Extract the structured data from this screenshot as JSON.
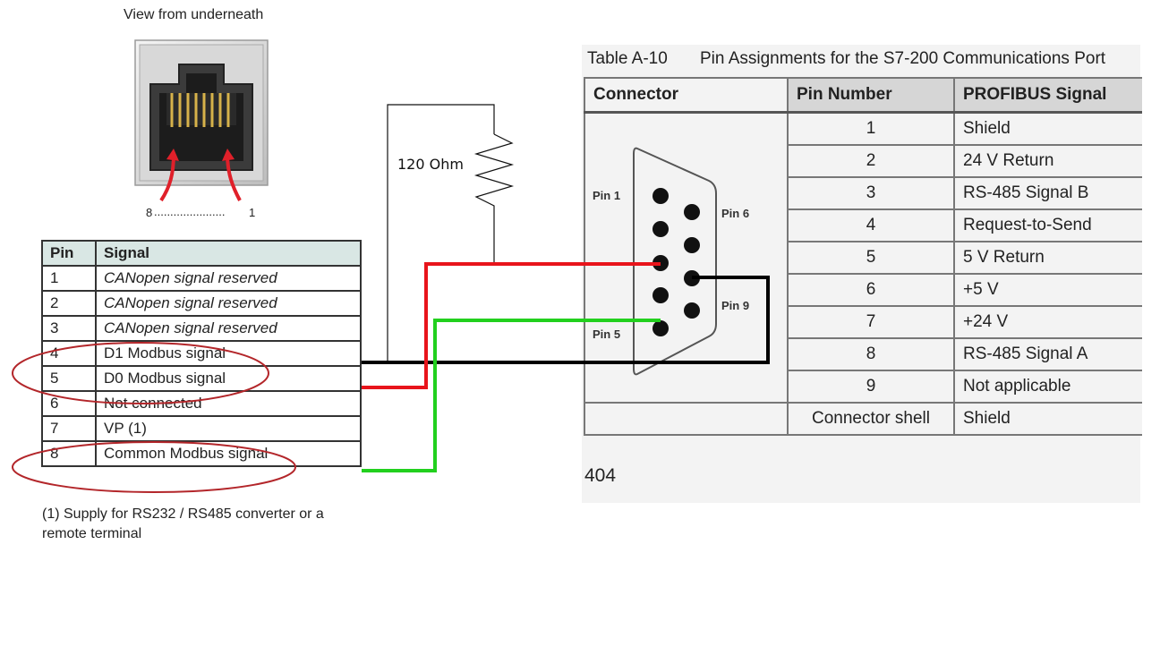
{
  "rj45": {
    "caption": "View from underneath",
    "left_pin_label": "8",
    "right_pin_label": "1",
    "dots": "......................"
  },
  "resistor": {
    "label": "120 Ohm"
  },
  "left_table": {
    "headers": [
      "Pin",
      "Signal"
    ],
    "rows": [
      {
        "pin": "1",
        "signal": "CANopen signal reserved"
      },
      {
        "pin": "2",
        "signal": "CANopen signal reserved"
      },
      {
        "pin": "3",
        "signal": "CANopen signal reserved"
      },
      {
        "pin": "4",
        "signal": "D1 Modbus signal"
      },
      {
        "pin": "5",
        "signal": "D0 Modbus signal"
      },
      {
        "pin": "6",
        "signal": "Not connected"
      },
      {
        "pin": "7",
        "signal": "VP (1)"
      },
      {
        "pin": "8",
        "signal": "Common Modbus signal"
      }
    ],
    "footnote_line1": "(1) Supply for RS232 / RS485 converter or a",
    "footnote_line2": "remote terminal"
  },
  "right_table": {
    "caption_number": "Table A-10",
    "caption_title": "Pin Assignments for the S7-200 Communications Port",
    "headers": [
      "Connector",
      "Pin Number",
      "PROFIBUS Signal"
    ],
    "rows": [
      {
        "pin": "1",
        "signal": "Shield"
      },
      {
        "pin": "2",
        "signal": "24 V Return"
      },
      {
        "pin": "3",
        "signal": "RS-485 Signal B"
      },
      {
        "pin": "4",
        "signal": "Request-to-Send"
      },
      {
        "pin": "5",
        "signal": "5 V Return"
      },
      {
        "pin": "6",
        "signal": "+5 V"
      },
      {
        "pin": "7",
        "signal": "+24 V"
      },
      {
        "pin": "8",
        "signal": "RS-485 Signal A"
      },
      {
        "pin": "9",
        "signal": "Not applicable"
      },
      {
        "pin": "Connector shell",
        "signal": "Shield"
      }
    ],
    "db9_labels": {
      "pin1": "Pin 1",
      "pin6": "Pin 6",
      "pin9": "Pin 9",
      "pin5": "Pin 5"
    },
    "page_number": "404"
  },
  "colors": {
    "red_wire": "#e8141b",
    "green_wire": "#22d01e",
    "black_wire": "#000000",
    "ellipse": "#b3262a"
  }
}
